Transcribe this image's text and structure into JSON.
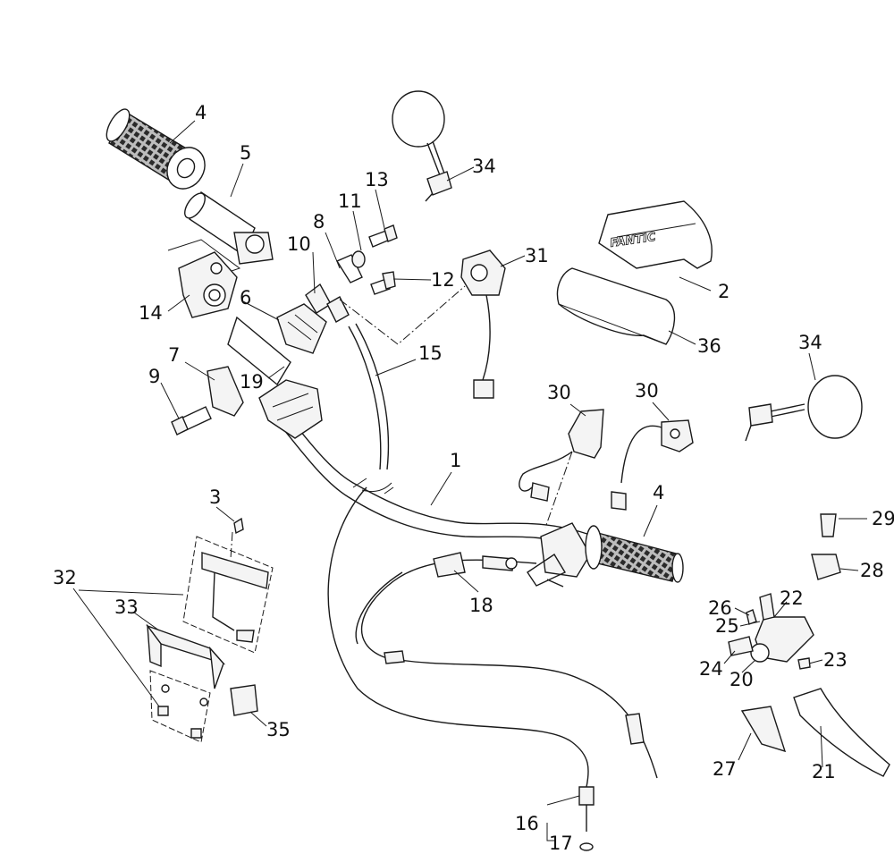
{
  "callouts": [
    {
      "id": "c1",
      "text": "1"
    },
    {
      "id": "c2",
      "text": "2"
    },
    {
      "id": "c3",
      "text": "3"
    },
    {
      "id": "c4a",
      "text": "4"
    },
    {
      "id": "c4b",
      "text": "4"
    },
    {
      "id": "c5",
      "text": "5"
    },
    {
      "id": "c6",
      "text": "6"
    },
    {
      "id": "c7",
      "text": "7"
    },
    {
      "id": "c8",
      "text": "8"
    },
    {
      "id": "c9",
      "text": "9"
    },
    {
      "id": "c10",
      "text": "10"
    },
    {
      "id": "c11",
      "text": "11"
    },
    {
      "id": "c12",
      "text": "12"
    },
    {
      "id": "c13",
      "text": "13"
    },
    {
      "id": "c14",
      "text": "14"
    },
    {
      "id": "c15",
      "text": "15"
    },
    {
      "id": "c16",
      "text": "16"
    },
    {
      "id": "c17",
      "text": "17"
    },
    {
      "id": "c18",
      "text": "18"
    },
    {
      "id": "c19",
      "text": "19"
    },
    {
      "id": "c20",
      "text": "20"
    },
    {
      "id": "c21",
      "text": "21"
    },
    {
      "id": "c22",
      "text": "22"
    },
    {
      "id": "c23",
      "text": "23"
    },
    {
      "id": "c24",
      "text": "24"
    },
    {
      "id": "c25",
      "text": "25"
    },
    {
      "id": "c26",
      "text": "26"
    },
    {
      "id": "c27",
      "text": "27"
    },
    {
      "id": "c28",
      "text": "28"
    },
    {
      "id": "c29",
      "text": "29"
    },
    {
      "id": "c30a",
      "text": "30"
    },
    {
      "id": "c30b",
      "text": "30"
    },
    {
      "id": "c31",
      "text": "31"
    },
    {
      "id": "c32",
      "text": "32"
    },
    {
      "id": "c33",
      "text": "33"
    },
    {
      "id": "c34a",
      "text": "34"
    },
    {
      "id": "c34b",
      "text": "34"
    },
    {
      "id": "c35",
      "text": "35"
    },
    {
      "id": "c36",
      "text": "36"
    }
  ],
  "pad_logo_text": "FANTIC",
  "colors": {
    "line": "#1a1a1a",
    "fill": "#f4f4f4",
    "background": "#ffffff"
  }
}
